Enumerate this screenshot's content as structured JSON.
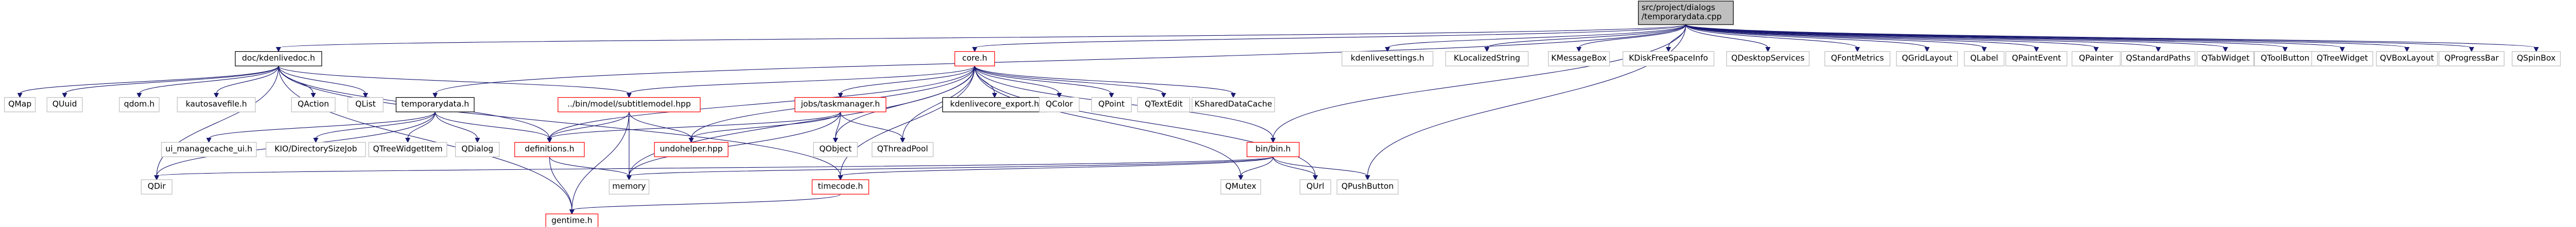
{
  "colors": {
    "edge": "#191970",
    "node_border_default": "#bfbfbf",
    "node_border_linked": "#000000",
    "node_border_missing": "#ff0000",
    "root_fill": "#bfbfbf",
    "background": "#ffffff"
  },
  "diagram": {
    "nodes": [
      {
        "id": "root",
        "lines": [
          "src/project/dialogs",
          "/temporarydata.cpp"
        ],
        "style": "root"
      },
      {
        "id": "kdenlivedoc",
        "lines": [
          "doc/kdenlivedoc.h"
        ],
        "style": "dark"
      },
      {
        "id": "core",
        "lines": [
          "core.h"
        ],
        "style": "red"
      },
      {
        "id": "kdenlivesettings",
        "lines": [
          "kdenlivesettings.h"
        ],
        "style": "gray"
      },
      {
        "id": "klocalizedstring",
        "lines": [
          "KLocalizedString"
        ],
        "style": "gray"
      },
      {
        "id": "kmessagebox",
        "lines": [
          "KMessageBox"
        ],
        "style": "gray"
      },
      {
        "id": "kdiskfreespaceinfo",
        "lines": [
          "KDiskFreeSpaceInfo"
        ],
        "style": "gray"
      },
      {
        "id": "qdesktopservices",
        "lines": [
          "QDesktopServices"
        ],
        "style": "gray"
      },
      {
        "id": "qfontmetrics",
        "lines": [
          "QFontMetrics"
        ],
        "style": "gray"
      },
      {
        "id": "qgridlayout",
        "lines": [
          "QGridLayout"
        ],
        "style": "gray"
      },
      {
        "id": "qlabel",
        "lines": [
          "QLabel"
        ],
        "style": "gray"
      },
      {
        "id": "qpaintevent",
        "lines": [
          "QPaintEvent"
        ],
        "style": "gray"
      },
      {
        "id": "qpainter",
        "lines": [
          "QPainter"
        ],
        "style": "gray"
      },
      {
        "id": "qstandardpaths",
        "lines": [
          "QStandardPaths"
        ],
        "style": "gray"
      },
      {
        "id": "qtabwidget",
        "lines": [
          "QTabWidget"
        ],
        "style": "gray"
      },
      {
        "id": "qtoolbutton",
        "lines": [
          "QToolButton"
        ],
        "style": "gray"
      },
      {
        "id": "qtreewidget",
        "lines": [
          "QTreeWidget"
        ],
        "style": "gray"
      },
      {
        "id": "qvboxlayout",
        "lines": [
          "QVBoxLayout"
        ],
        "style": "gray"
      },
      {
        "id": "qprogressbar",
        "lines": [
          "QProgressBar"
        ],
        "style": "gray"
      },
      {
        "id": "qspinbox",
        "lines": [
          "QSpinBox"
        ],
        "style": "gray"
      },
      {
        "id": "qmap",
        "lines": [
          "QMap"
        ],
        "style": "gray"
      },
      {
        "id": "quuid",
        "lines": [
          "QUuid"
        ],
        "style": "gray"
      },
      {
        "id": "qdom",
        "lines": [
          "qdom.h"
        ],
        "style": "gray"
      },
      {
        "id": "kautosavefile",
        "lines": [
          "kautosavefile.h"
        ],
        "style": "gray"
      },
      {
        "id": "qaction",
        "lines": [
          "QAction"
        ],
        "style": "gray"
      },
      {
        "id": "qlist",
        "lines": [
          "QList"
        ],
        "style": "gray"
      },
      {
        "id": "subtitlemodel",
        "lines": [
          "../bin/model/subtitlemodel.hpp"
        ],
        "style": "red"
      },
      {
        "id": "temporarydata",
        "lines": [
          "temporarydata.h"
        ],
        "style": "dark"
      },
      {
        "id": "taskmanager",
        "lines": [
          "jobs/taskmanager.h"
        ],
        "style": "red"
      },
      {
        "id": "kdenlivecore_export",
        "lines": [
          "kdenlivecore_export.h"
        ],
        "style": "dark"
      },
      {
        "id": "qcolor",
        "lines": [
          "QColor"
        ],
        "style": "gray"
      },
      {
        "id": "qpoint",
        "lines": [
          "QPoint"
        ],
        "style": "gray"
      },
      {
        "id": "qtextedit",
        "lines": [
          "QTextEdit"
        ],
        "style": "gray"
      },
      {
        "id": "kshareddatacache",
        "lines": [
          "KSharedDataCache"
        ],
        "style": "gray"
      },
      {
        "id": "ui_managecache",
        "lines": [
          "ui_managecache_ui.h"
        ],
        "style": "gray"
      },
      {
        "id": "kiodirectorysizejob",
        "lines": [
          "KIO/DirectorySizeJob"
        ],
        "style": "gray"
      },
      {
        "id": "qtreewidgetitem",
        "lines": [
          "QTreeWidgetItem"
        ],
        "style": "gray"
      },
      {
        "id": "qdialog",
        "lines": [
          "QDialog"
        ],
        "style": "gray"
      },
      {
        "id": "definitions",
        "lines": [
          "definitions.h"
        ],
        "style": "red"
      },
      {
        "id": "undohelper",
        "lines": [
          "undohelper.hpp"
        ],
        "style": "red"
      },
      {
        "id": "qobject",
        "lines": [
          "QObject"
        ],
        "style": "gray"
      },
      {
        "id": "qthreadpool",
        "lines": [
          "QThreadPool"
        ],
        "style": "gray"
      },
      {
        "id": "binchm",
        "lines": [
          "bin/bin.h"
        ],
        "style": "red"
      },
      {
        "id": "qdir",
        "lines": [
          "QDir"
        ],
        "style": "gray"
      },
      {
        "id": "memory",
        "lines": [
          "memory"
        ],
        "style": "gray"
      },
      {
        "id": "timecode",
        "lines": [
          "timecode.h"
        ],
        "style": "red"
      },
      {
        "id": "qmutex",
        "lines": [
          "QMutex"
        ],
        "style": "gray"
      },
      {
        "id": "qurl",
        "lines": [
          "QUrl"
        ],
        "style": "gray"
      },
      {
        "id": "qpushbutton",
        "lines": [
          "QPushButton"
        ],
        "style": "gray"
      },
      {
        "id": "gentime",
        "lines": [
          "gentime.h"
        ],
        "style": "red"
      }
    ],
    "edges": [
      [
        "root",
        "kdenlivedoc"
      ],
      [
        "root",
        "core"
      ],
      [
        "root",
        "kdenlivesettings"
      ],
      [
        "root",
        "klocalizedstring"
      ],
      [
        "root",
        "kmessagebox"
      ],
      [
        "root",
        "kdiskfreespaceinfo"
      ],
      [
        "root",
        "qdesktopservices"
      ],
      [
        "root",
        "qfontmetrics"
      ],
      [
        "root",
        "qgridlayout"
      ],
      [
        "root",
        "qlabel"
      ],
      [
        "root",
        "qpaintevent"
      ],
      [
        "root",
        "qpainter"
      ],
      [
        "root",
        "qstandardpaths"
      ],
      [
        "root",
        "qtabwidget"
      ],
      [
        "root",
        "qtoolbutton"
      ],
      [
        "root",
        "qtreewidget"
      ],
      [
        "root",
        "qvboxlayout"
      ],
      [
        "root",
        "qprogressbar"
      ],
      [
        "root",
        "qspinbox"
      ],
      [
        "root",
        "temporarydata"
      ],
      [
        "root",
        "binchm"
      ],
      [
        "root",
        "qpushbutton"
      ],
      [
        "kdenlivedoc",
        "qmap"
      ],
      [
        "kdenlivedoc",
        "quuid"
      ],
      [
        "kdenlivedoc",
        "qdom"
      ],
      [
        "kdenlivedoc",
        "kautosavefile"
      ],
      [
        "kdenlivedoc",
        "qaction"
      ],
      [
        "kdenlivedoc",
        "qlist"
      ],
      [
        "kdenlivedoc",
        "subtitlemodel"
      ],
      [
        "kdenlivedoc",
        "definitions"
      ],
      [
        "kdenlivedoc",
        "timecode"
      ],
      [
        "kdenlivedoc",
        "qdir"
      ],
      [
        "kdenlivedoc",
        "gentime"
      ],
      [
        "core",
        "kdenlivecore_export"
      ],
      [
        "core",
        "qcolor"
      ],
      [
        "core",
        "qpoint"
      ],
      [
        "core",
        "qtextedit"
      ],
      [
        "core",
        "kshareddatacache"
      ],
      [
        "core",
        "taskmanager"
      ],
      [
        "core",
        "subtitlemodel"
      ],
      [
        "core",
        "definitions"
      ],
      [
        "core",
        "undohelper"
      ],
      [
        "core",
        "qthreadpool"
      ],
      [
        "core",
        "qobject"
      ],
      [
        "core",
        "memory"
      ],
      [
        "core",
        "timecode"
      ],
      [
        "core",
        "qmutex"
      ],
      [
        "core",
        "qurl"
      ],
      [
        "core",
        "binchm"
      ],
      [
        "temporarydata",
        "ui_managecache"
      ],
      [
        "temporarydata",
        "kiodirectorysizejob"
      ],
      [
        "temporarydata",
        "qtreewidgetitem"
      ],
      [
        "temporarydata",
        "qdialog"
      ],
      [
        "temporarydata",
        "definitions"
      ],
      [
        "temporarydata",
        "qdir"
      ],
      [
        "subtitlemodel",
        "definitions"
      ],
      [
        "subtitlemodel",
        "undohelper"
      ],
      [
        "subtitlemodel",
        "memory"
      ],
      [
        "subtitlemodel",
        "gentime"
      ],
      [
        "taskmanager",
        "undohelper"
      ],
      [
        "taskmanager",
        "qobject"
      ],
      [
        "taskmanager",
        "qthreadpool"
      ],
      [
        "taskmanager",
        "definitions"
      ],
      [
        "taskmanager",
        "memory"
      ],
      [
        "definitions",
        "gentime"
      ],
      [
        "definitions",
        "memory"
      ],
      [
        "binchm",
        "qdir"
      ],
      [
        "binchm",
        "qmutex"
      ],
      [
        "binchm",
        "qurl"
      ],
      [
        "binchm",
        "qpushbutton"
      ],
      [
        "binchm",
        "timecode"
      ],
      [
        "binchm",
        "memory"
      ],
      [
        "timecode",
        "gentime"
      ]
    ]
  }
}
